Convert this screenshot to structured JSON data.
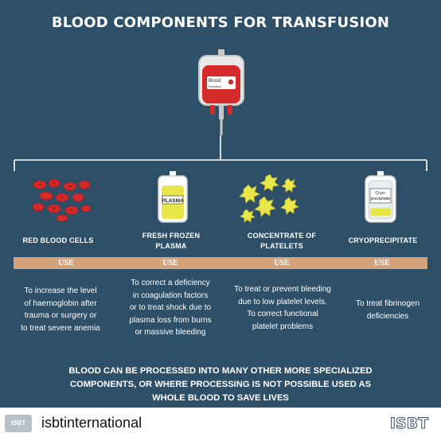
{
  "title": "BLOOD COMPONENTS FOR TRANSFUSION",
  "bag_label": {
    "line1": "Blood",
    "line2": "Donation"
  },
  "plasma_bag_label": "PLASMA",
  "cryo_bag_label": {
    "line1": "Cryo-",
    "line2": "precipitate"
  },
  "components": [
    {
      "name_lines": [
        "RED BLOOD CELLS"
      ],
      "use": "USE",
      "desc_lines": [
        "To increase the level",
        "of haemoglobin after",
        "trauma or surgery or",
        "to treat severe anemia"
      ]
    },
    {
      "name_lines": [
        "FRESH FROZEN",
        "PLASMA"
      ],
      "use": "USE",
      "desc_lines": [
        "To correct a deficiency",
        "in coagulation factors",
        "or to treat shock due to",
        "plasma loss from burns",
        "or massive bleeding"
      ]
    },
    {
      "name_lines": [
        "CONCENTRATE OF",
        "PLATELETS"
      ],
      "use": "USE",
      "desc_lines": [
        "To treat or prevent bleeding",
        "due to low platelet levels.",
        "To correct functional",
        "platelet problems"
      ]
    },
    {
      "name_lines": [
        "CRYOPRECIPITATE"
      ],
      "use": "USE",
      "desc_lines": [
        "To treat fibrinogen",
        "deficiencies"
      ]
    }
  ],
  "footer_lines": [
    "BLOOD CAN BE PROCESSED INTO MANY OTHER MORE SPECIALIZED",
    "COMPONENTS, OR WHERE PROCESSING IS NOT POSSIBLE USED AS",
    "WHOLE BLOOD TO SAVE LIVES"
  ],
  "corner_logo": "ISBT",
  "handle_logo": "ISBT",
  "handle": "isbtinternational",
  "colors": {
    "background": "#2d4f67",
    "use_bar": "#d4a37b",
    "blood_red": "#d42a2a",
    "platelet_yellow": "#e9e64a"
  },
  "icons": [
    "blood-bag-icon",
    "red-blood-cells-icon",
    "plasma-bag-icon",
    "platelets-icon",
    "cryoprecipitate-bag-icon"
  ]
}
